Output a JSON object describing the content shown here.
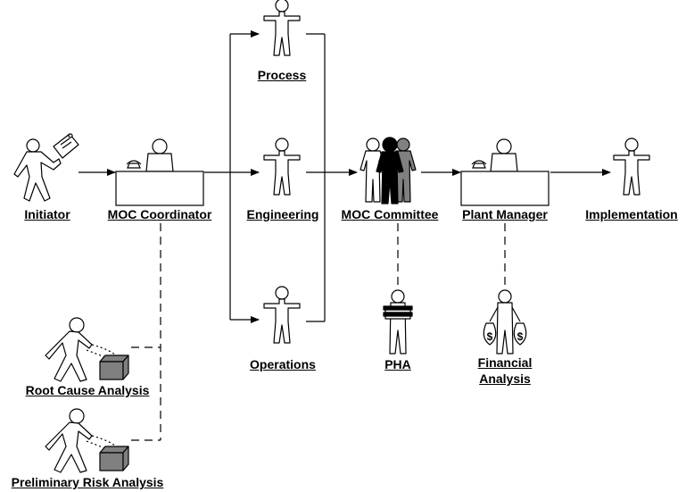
{
  "labels": {
    "initiator": "Initiator",
    "moc_coordinator": "MOC Coordinator",
    "process": "Process",
    "engineering": "Engineering",
    "operations": "Operations",
    "moc_committee": "MOC Committee",
    "plant_manager": "Plant Manager",
    "implementation": "Implementation",
    "pha": "PHA",
    "financial_analysis_line1": "Financial",
    "financial_analysis_line2": "Analysis",
    "root_cause_analysis": "Root Cause Analysis",
    "preliminary_risk_analysis": "Preliminary Risk Analysis"
  },
  "money_symbol": "$",
  "colors": {
    "ink": "#000000",
    "committee_front": "#000000",
    "committee_back": "#808080",
    "box_fill": "#808080"
  }
}
